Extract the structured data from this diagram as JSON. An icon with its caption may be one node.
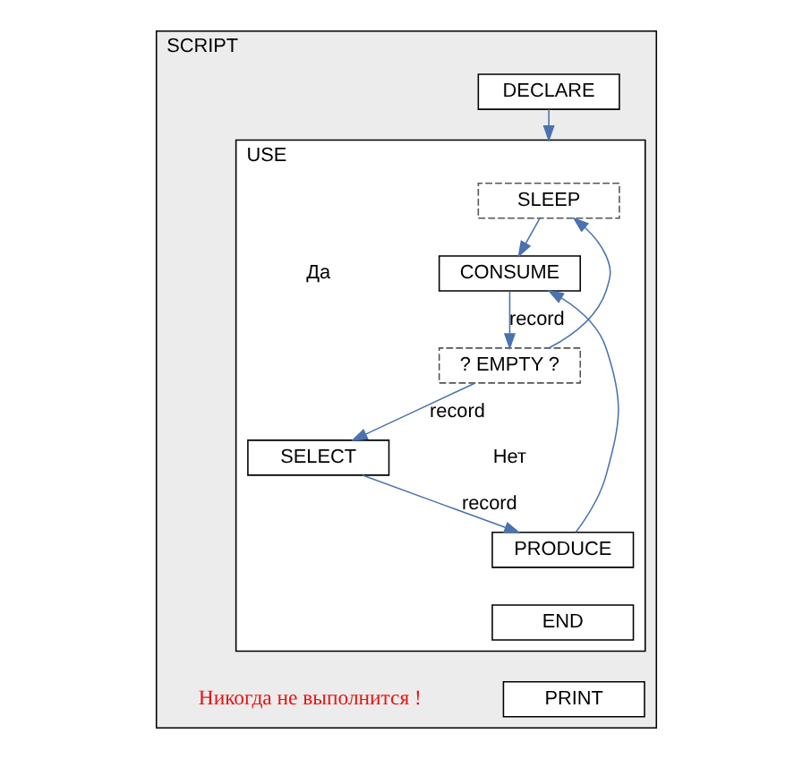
{
  "diagram": {
    "nodes": [
      {
        "text": [
          "SCRIPT"
        ]
      },
      {
        "text": [
          "DECLARE"
        ],
        "in": 0
      },
      {
        "text": [
          "USE"
        ],
        "in": 0
      },
      {
        "text": [
          "SLEEP"
        ],
        "in": 2
      },
      {
        "text": [
          "CONSUME"
        ],
        "in": 2
      },
      {
        "text": [
          "? EMPTY ?"
        ],
        "in": 2
      },
      {
        "text": [
          "SELECT"
        ],
        "in": 2
      },
      {
        "text": [
          "PRODUCE"
        ],
        "in": 2
      },
      {
        "text": [
          "END"
        ],
        "in": 2
      },
      {
        "text": [
          "PRINT"
        ],
        "in": 0
      }
    ],
    "edges": [
      {
        "from": 1,
        "to": 2,
        "arrow": "to"
      },
      {
        "from": 3,
        "to": 4,
        "arrow": "to"
      },
      {
        "from": 4,
        "to": 5,
        "arrow": "to",
        "label": "record"
      },
      {
        "from": 5,
        "to": 3,
        "arrow": "to"
      },
      {
        "from": 5,
        "to": 6,
        "arrow": "to",
        "label": "record"
      },
      {
        "from": 6,
        "to": 7,
        "arrow": "to",
        "label": "record"
      },
      {
        "from": 7,
        "to": 4,
        "arrow": "to"
      }
    ],
    "labels": [
      "Да",
      "Нет",
      "Никогда не выполнится !"
    ]
  }
}
